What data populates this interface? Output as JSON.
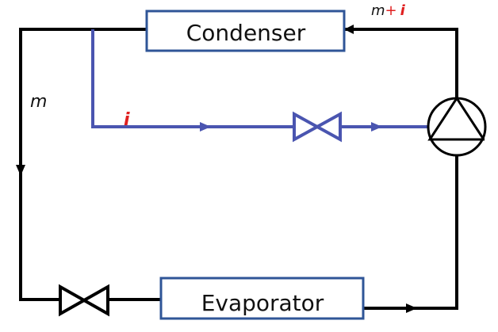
{
  "components": {
    "condenser": "Condenser",
    "evaporator": "Evaporator"
  },
  "labels": {
    "main_flow": "m",
    "injection_flow": "i",
    "total_flow_m": "m",
    "total_flow_plus": "+",
    "total_flow_i": "i"
  },
  "colors": {
    "main_line": "#000000",
    "injection_line": "#4a55b0",
    "box_border": "#2f5597",
    "flow_label_accent": "#e02020"
  },
  "icons": [
    "compressor-icon",
    "expansion-valve-icon",
    "injection-valve-icon",
    "flow-arrow-icon"
  ]
}
